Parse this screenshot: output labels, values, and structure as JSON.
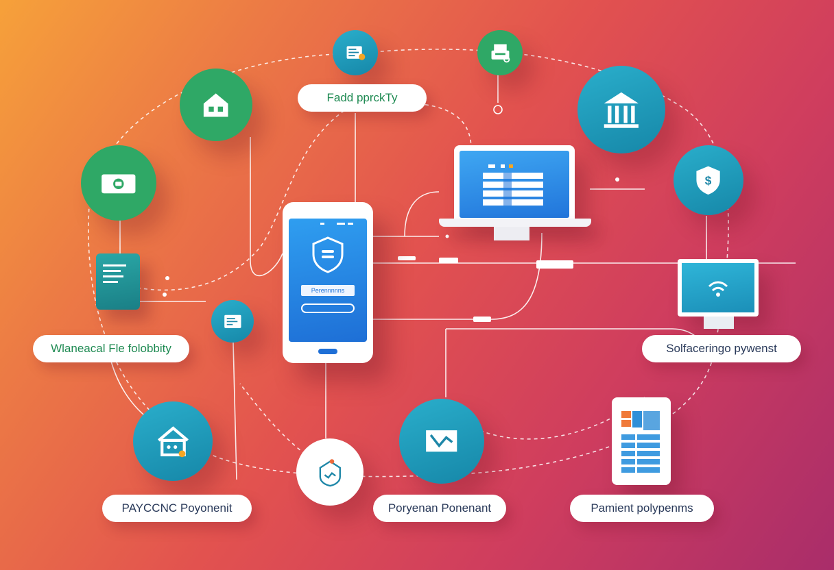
{
  "labels": {
    "top": "Fadd pprckTy",
    "left": "Wlaneacal Fle folobbity",
    "right": "Solfaceringo pywenst",
    "bottom_left": "PAYCCNC Poyonenit",
    "bottom_center": "Poryenan Ponenant",
    "bottom_right": "Pamient polypenms"
  },
  "phone": {
    "input_text": "Perennnnns"
  },
  "icons": {
    "house": "house-icon",
    "money": "money-icon",
    "bank": "bank-icon",
    "shield_dollar": "shield-dollar-icon",
    "printer": "printer-icon",
    "certificate": "certificate-icon",
    "document": "document-icon",
    "house_key": "house-key-icon",
    "envelope": "envelope-icon",
    "handshake": "handshake-icon",
    "wifi": "wifi-icon",
    "shield": "shield-icon"
  },
  "colors": {
    "background_start": "#f6a13a",
    "background_end": "#a92d6a",
    "node_green": "#2fa866",
    "node_teal": "#1e9bbd",
    "device_blue": "#2175db",
    "label_text": "#2a3a5a"
  }
}
